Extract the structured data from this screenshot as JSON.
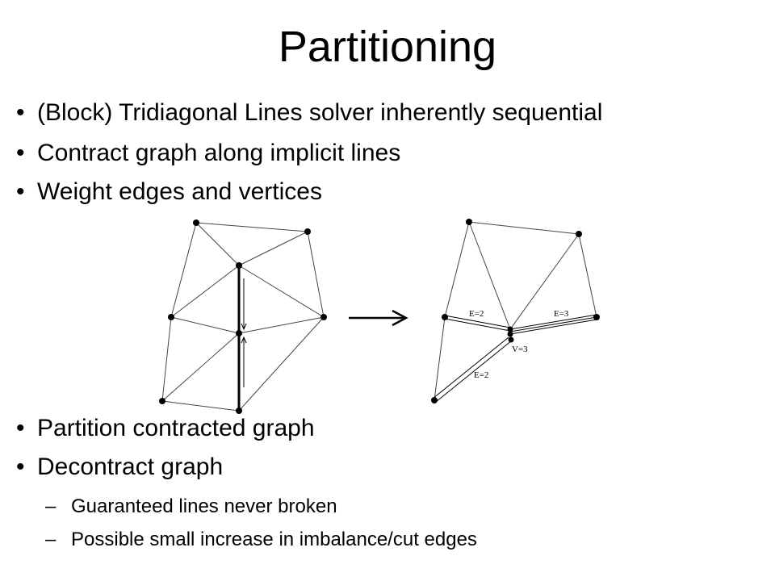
{
  "title": "Partitioning",
  "bullets_top": [
    "(Block) Tridiagonal Lines solver inherently sequential",
    "Contract graph along implicit lines",
    "Weight edges and vertices"
  ],
  "bullets_bottom": [
    "Partition contracted graph",
    "Decontract graph"
  ],
  "sub_bullets": [
    "Guaranteed lines never broken",
    "Possible small increase in imbalance/cut edges"
  ],
  "bullet_glyph": "•",
  "dash_glyph": "–",
  "diagram": {
    "edge_labels": [
      "E=2",
      "E=3",
      "E=2"
    ],
    "vertex_label": "V=3"
  }
}
